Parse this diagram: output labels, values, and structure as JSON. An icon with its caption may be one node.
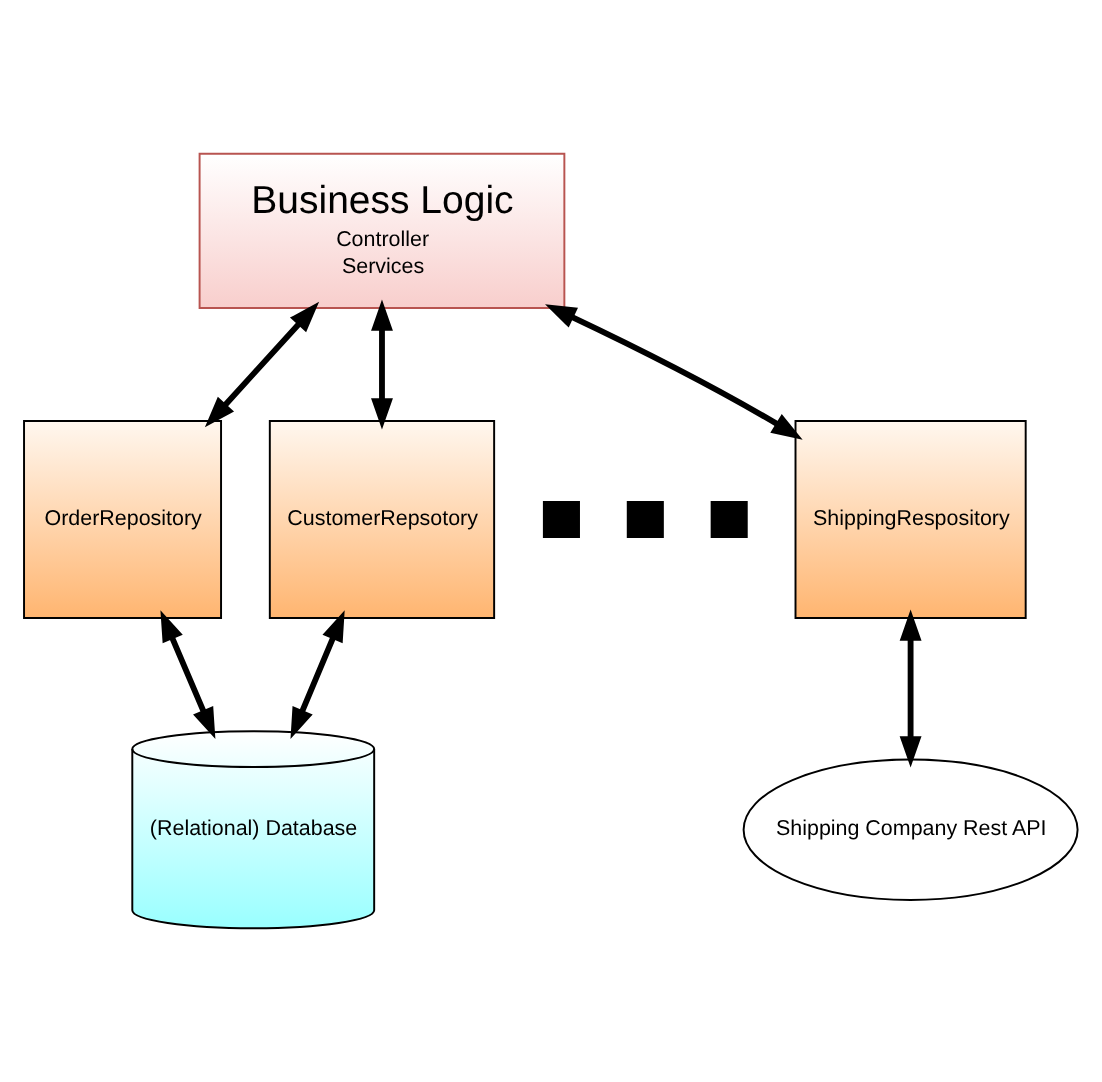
{
  "diagram": {
    "nodes": [
      {
        "text": [
          "Business Logic",
          "Controller",
          "Services"
        ]
      },
      {
        "text": [
          "OrderRepository"
        ]
      },
      {
        "text": [
          "CustomerRepsotory"
        ]
      },
      {
        "text": [],
        "shape": "box"
      },
      {
        "text": [],
        "shape": "box"
      },
      {
        "text": [],
        "shape": "box"
      },
      {
        "text": [
          "ShippingRespository"
        ]
      },
      {
        "text": [
          "(Relational) Database"
        ]
      },
      {
        "text": [
          "Shipping Company Rest API"
        ]
      }
    ],
    "edges": [
      {
        "from": 1,
        "to": 0,
        "arrow": "both"
      },
      {
        "from": 2,
        "to": 0,
        "arrow": "both"
      },
      {
        "from": 6,
        "to": 0,
        "arrow": "both"
      },
      {
        "from": 1,
        "to": 7,
        "arrow": "both"
      },
      {
        "from": 2,
        "to": 7,
        "arrow": "both"
      },
      {
        "from": 6,
        "to": 8,
        "arrow": "both"
      }
    ]
  }
}
